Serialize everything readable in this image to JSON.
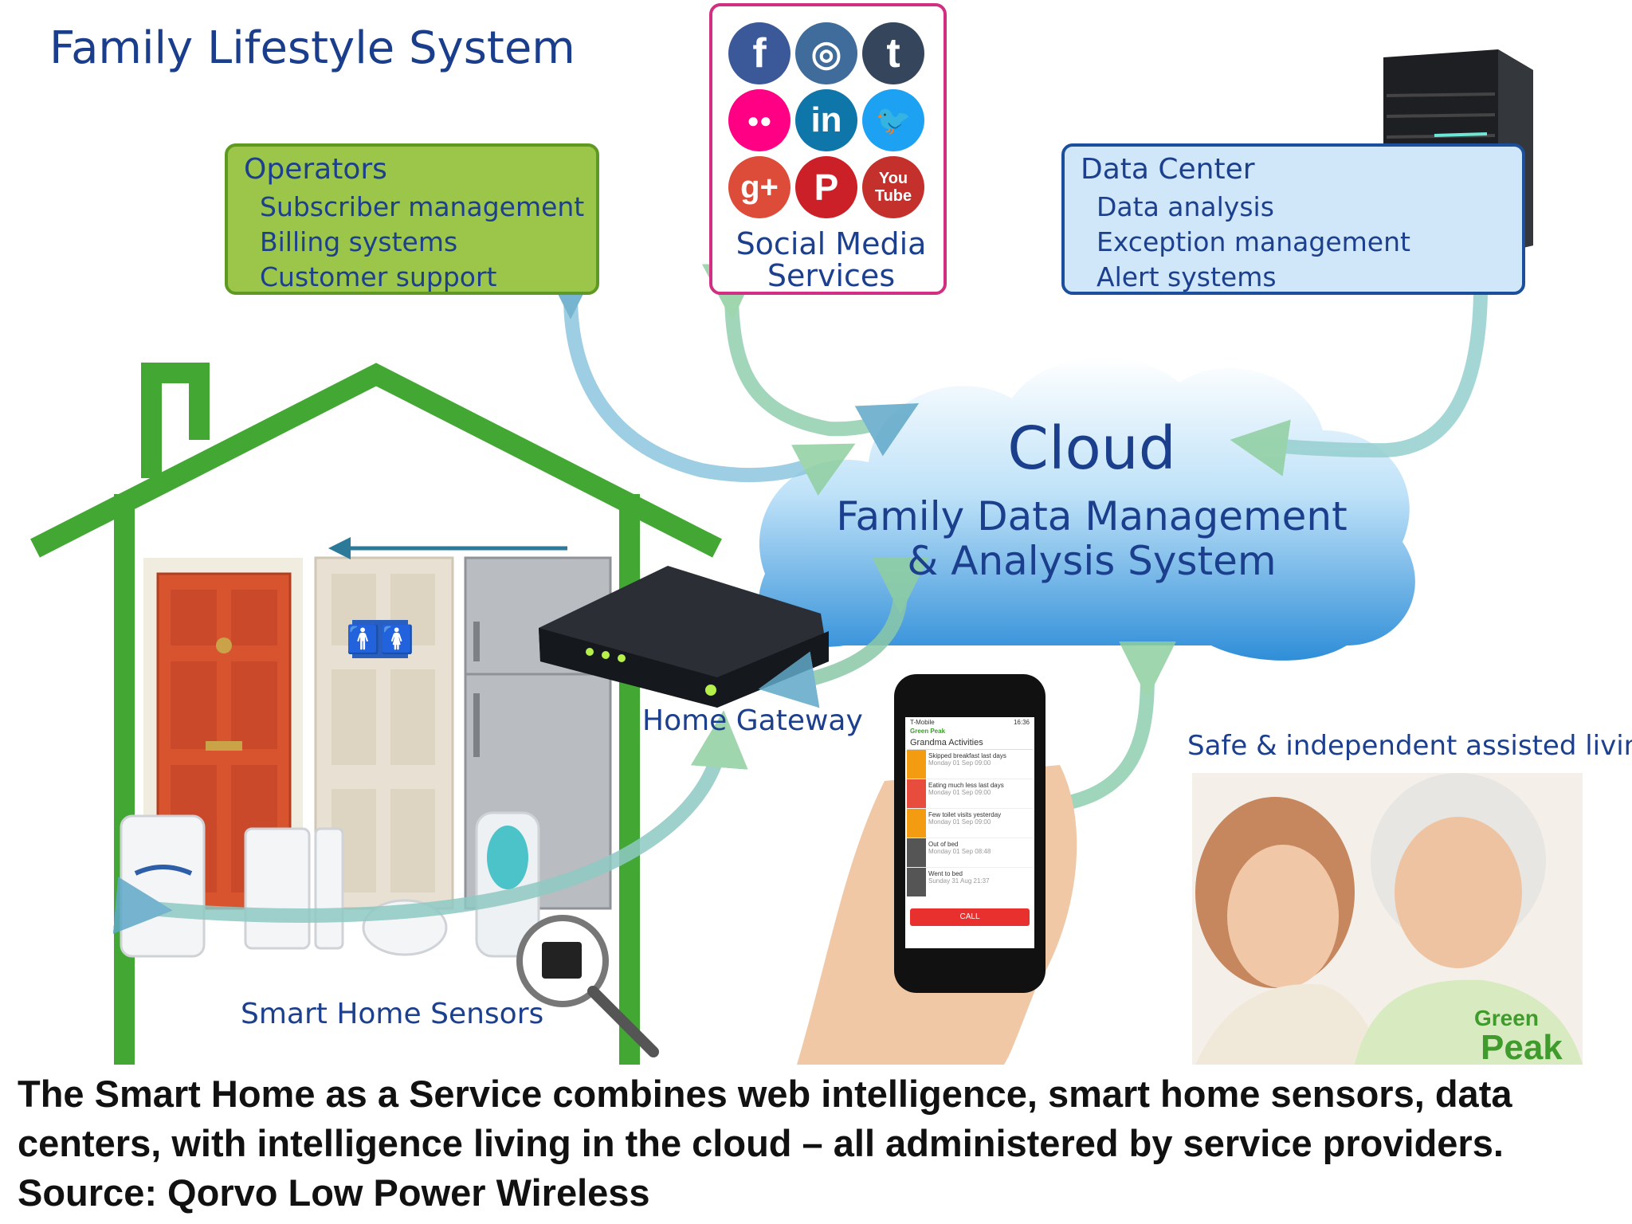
{
  "title": "Family Lifestyle System",
  "operators": {
    "heading": "Operators",
    "items": [
      "Subscriber management",
      "Billing systems",
      "Customer support"
    ]
  },
  "social": {
    "label_line1": "Social Media",
    "label_line2": "Services",
    "icons": [
      {
        "name": "facebook-icon",
        "glyph": "f",
        "color": "#3b5998"
      },
      {
        "name": "instagram-icon",
        "glyph": "◎",
        "color": "#3f6c9a"
      },
      {
        "name": "tumblr-icon",
        "glyph": "t",
        "color": "#35465c"
      },
      {
        "name": "flickr-icon",
        "glyph": "●●",
        "color": "#ff0084"
      },
      {
        "name": "linkedin-icon",
        "glyph": "in",
        "color": "#0e76a8"
      },
      {
        "name": "twitter-icon",
        "glyph": "🐦",
        "color": "#1da1f2"
      },
      {
        "name": "google-plus-icon",
        "glyph": "g+",
        "color": "#dd4b39"
      },
      {
        "name": "pinterest-icon",
        "glyph": "P",
        "color": "#cb2027"
      },
      {
        "name": "youtube-icon",
        "glyph": "You Tube",
        "color": "#c4302b"
      }
    ]
  },
  "datacenter": {
    "heading": "Data Center",
    "items": [
      "Data analysis",
      "Exception management",
      "Alert systems"
    ]
  },
  "cloud": {
    "title": "Cloud",
    "subtitle_line1": "Family Data Management",
    "subtitle_line2": "& Analysis System"
  },
  "labels": {
    "home_gateway": "Home Gateway",
    "smart_home_sensors": "Smart Home Sensors",
    "assisted_living": "Safe & independent assisted living"
  },
  "phone": {
    "carrier": "T-Mobile",
    "time": "16:36",
    "brand": "Green Peak",
    "header": "Grandma Activities",
    "rows": [
      {
        "title": "Skipped breakfast last days",
        "date": "Monday 01 Sep 09:00",
        "color": "#f39c12"
      },
      {
        "title": "Eating much less last days",
        "date": "Monday 01 Sep 09:00",
        "color": "#e74c3c"
      },
      {
        "title": "Few toilet visits yesterday",
        "date": "Monday 01 Sep 09:00",
        "color": "#f39c12"
      },
      {
        "title": "Out of bed",
        "date": "Monday 01 Sep 08:48",
        "color": "#555555"
      },
      {
        "title": "Went to bed",
        "date": "Sunday 31 Aug 21:37",
        "color": "#555555"
      }
    ],
    "call_label": "CALL"
  },
  "logo": {
    "line1": "Green",
    "line2": "Peak"
  },
  "caption": "The Smart Home as a Service combines web intelligence, smart home sensors, data centers, with intelligence living in the cloud – all administered by service providers. Source: Qorvo Low Power Wireless",
  "colors": {
    "house_green": "#43a833",
    "title_blue": "#1a3e8c",
    "operators_fill": "#9cc64a",
    "social_border": "#d02f82",
    "datacenter_fill": "#cfe7f8",
    "cloud_blue": "#5fb4ea"
  }
}
